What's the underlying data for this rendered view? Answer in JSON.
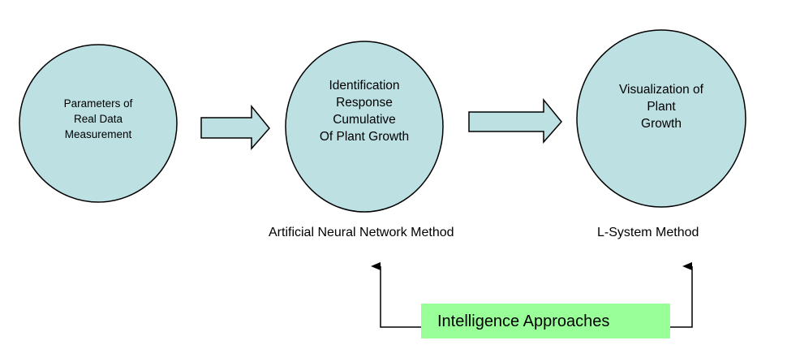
{
  "diagram": {
    "nodes": [
      {
        "id": "params",
        "lines": [
          "Parameters of",
          "Real Data",
          "Measurement"
        ]
      },
      {
        "id": "identification",
        "lines": [
          "Identification",
          "Response",
          "Cumulative",
          "Of Plant Growth"
        ]
      },
      {
        "id": "visualization",
        "lines": [
          "Visualization of",
          "Plant",
          "Growth"
        ]
      }
    ],
    "method_labels": {
      "ann": "Artificial Neural Network Method",
      "lsystem": "L-System  Method"
    },
    "approaches_label": "Intelligence Approaches",
    "colors": {
      "circle_fill": "#bde0e3",
      "arrow_fill": "#bde0e3",
      "box_fill": "#99ff99",
      "stroke": "#000000"
    }
  }
}
